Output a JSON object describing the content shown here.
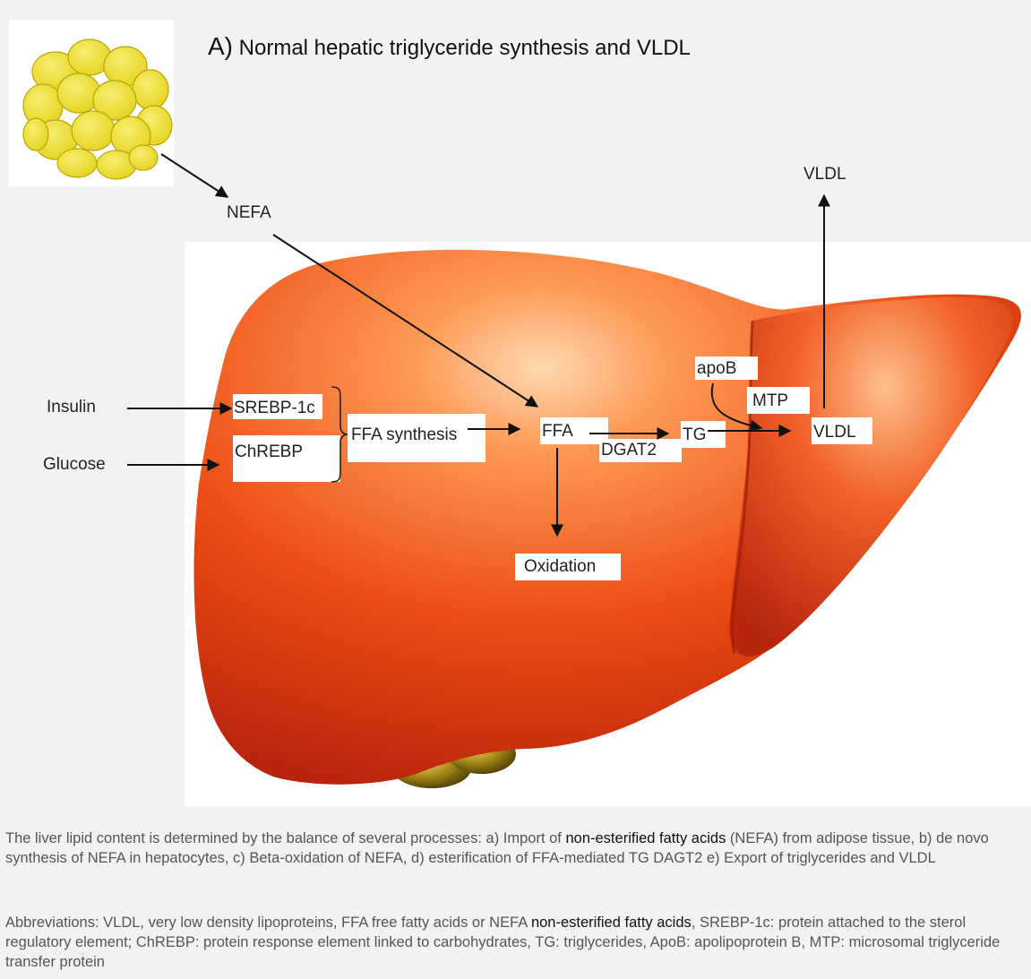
{
  "title": {
    "letter": "A)",
    "text": " Normal hepatic triglyceride synthesis and VLDL"
  },
  "labels": {
    "nefa": "NEFA",
    "vldl_top": "VLDL",
    "insulin": "Insulin",
    "glucose": "Glucose",
    "srebp": "SREBP-1c",
    "chrebp": "ChREBP",
    "ffa_synthesis": "FFA synthesis",
    "ffa": "FFA",
    "dgat2": "DGAT2",
    "tg": "TG",
    "apob": "apoB",
    "mtp": "MTP",
    "vldl_liver": "VLDL",
    "oxidation": "Oxidation"
  },
  "caption1": {
    "part1": "The liver lipid content is determined by the balance of several processes: a) Import of ",
    "highlight": "non-esterified fatty acids",
    "part2": " (NEFA) from adipose tissue, b) de novo synthesis of NEFA in hepatocytes, c) Beta-oxidation of NEFA, d) esterification of FFA-mediated TG DAGT2 e) Export of triglycerides and VLDL"
  },
  "caption2": {
    "part1": "Abbreviations: VLDL, very low density lipoproteins, FFA free fatty acids or NEFA ",
    "highlight": "non-esterified fatty acids",
    "part2": ", SREBP-1c: protein attached to the sterol regulatory element; ChREBP: protein response element linked to carbohydrates, TG: triglycerides, ApoB: apolipoprotein B, MTP: microsomal triglyceride transfer protein"
  },
  "colors": {
    "liver_light": "#ff9a55",
    "liver_mid": "#ee4e14",
    "liver_dark": "#b3200a",
    "fat_cell": "#ecdc2c",
    "fat_edge": "#b8a900",
    "gallbladder": "#7a6310",
    "arrow": "#111111"
  }
}
